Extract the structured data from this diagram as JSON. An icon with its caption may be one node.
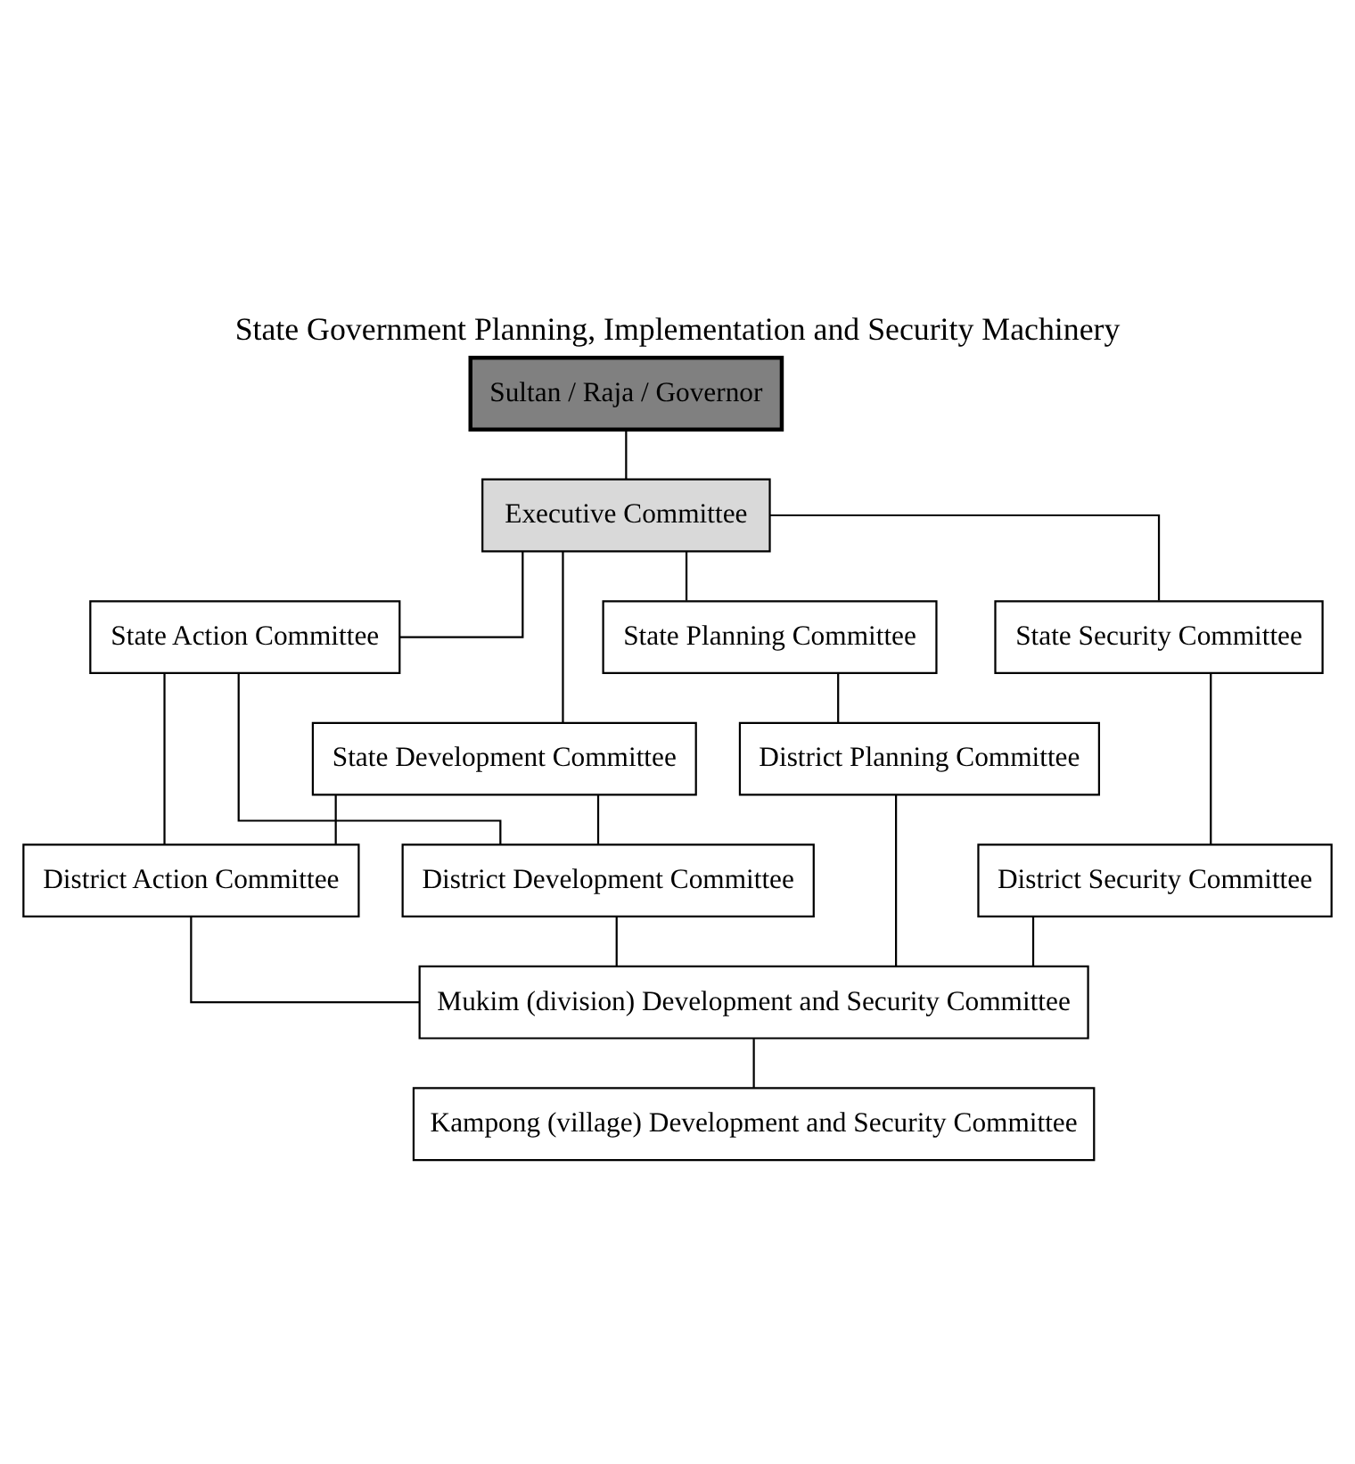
{
  "diagram": {
    "title": "State Government Planning, Implementation and Security Machinery",
    "nodes": [
      {
        "text": [
          "Sultan / Raja / Governor"
        ]
      },
      {
        "text": [
          "Executive Committee"
        ]
      },
      {
        "text": [
          "State Action Committee"
        ]
      },
      {
        "text": [
          "State Planning Committee"
        ]
      },
      {
        "text": [
          "State Security Committee"
        ]
      },
      {
        "text": [
          "State Development Committee"
        ]
      },
      {
        "text": [
          "District Planning Committee"
        ]
      },
      {
        "text": [
          "District Action Committee"
        ]
      },
      {
        "text": [
          "District Development Committee"
        ]
      },
      {
        "text": [
          "District Security Committee"
        ]
      },
      {
        "text": [
          "Mukim (division) Development and Security Committee"
        ]
      },
      {
        "text": [
          "Kampong (village) Development and Security Committee"
        ]
      }
    ],
    "edges": [
      {
        "from": 0,
        "to": 1,
        "arrow": "none"
      },
      {
        "from": 1,
        "to": 2,
        "arrow": "none"
      },
      {
        "from": 1,
        "to": 5,
        "arrow": "none"
      },
      {
        "from": 1,
        "to": 3,
        "arrow": "none"
      },
      {
        "from": 1,
        "to": 4,
        "arrow": "none"
      },
      {
        "from": 3,
        "to": 6,
        "arrow": "none"
      },
      {
        "from": 4,
        "to": 9,
        "arrow": "none"
      },
      {
        "from": 2,
        "to": 7,
        "arrow": "none"
      },
      {
        "from": 2,
        "to": 8,
        "arrow": "none"
      },
      {
        "from": 5,
        "to": 7,
        "arrow": "none"
      },
      {
        "from": 5,
        "to": 8,
        "arrow": "none"
      },
      {
        "from": 6,
        "to": 10,
        "arrow": "none"
      },
      {
        "from": 7,
        "to": 10,
        "arrow": "none"
      },
      {
        "from": 8,
        "to": 10,
        "arrow": "none"
      },
      {
        "from": 9,
        "to": 10,
        "arrow": "none"
      },
      {
        "from": 10,
        "to": 11,
        "arrow": "none"
      }
    ]
  }
}
